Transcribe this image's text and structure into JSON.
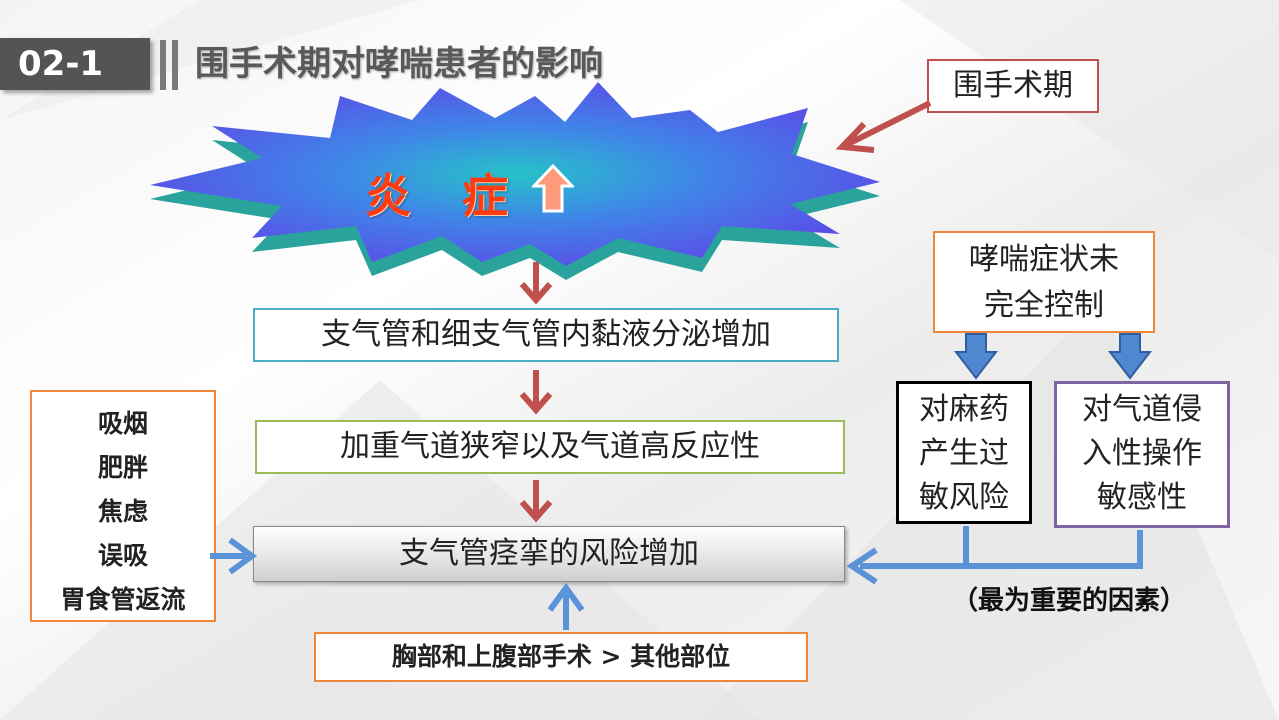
{
  "header": {
    "number": "02-1",
    "title": "围手术期对哮喘患者的影响"
  },
  "label_perioperative": "围手术期",
  "inflammation": {
    "char1": "炎",
    "char2": "症",
    "icon": "up-arrow-icon"
  },
  "flow": {
    "step1": "支气管和细支气管内黏液分泌增加",
    "step2": "加重气道狭窄以及气道高反应性",
    "step3": "支气管痉挛的风险增加"
  },
  "left_factors": [
    "吸烟",
    "肥胖",
    "焦虑",
    "误吸",
    "胃食管返流"
  ],
  "bottom_box": "胸部和上腹部手术 > 其他部位",
  "right": {
    "top_box": [
      "哮喘症状未",
      "完全控制"
    ],
    "box_a": [
      "对麻药",
      "产生过",
      "敏风险"
    ],
    "box_b": [
      "对气道侵",
      "入性操作",
      "敏感性"
    ],
    "note": "（最为重要的因素）"
  },
  "colors": {
    "header_gray": "#545454",
    "arrow_red": "#c0504d",
    "arrow_blue": "#4f88d0",
    "border_orange": "#f0883a",
    "border_teal": "#4bacc6",
    "border_green": "#9bbb59",
    "border_purple": "#8064a2",
    "star_blue": "#4a63e0",
    "star_teal": "#2aa8a0"
  }
}
